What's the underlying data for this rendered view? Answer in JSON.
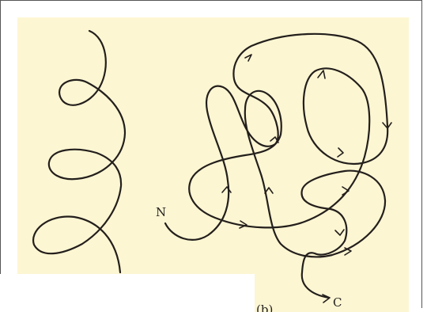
{
  "figure": {
    "labels": {
      "start": "N",
      "end": "C",
      "panel_b": "(b)"
    },
    "colors": {
      "panel_background": "#fdf6d3",
      "stroke": "#231f1c",
      "page_background": "#ffffff"
    }
  }
}
